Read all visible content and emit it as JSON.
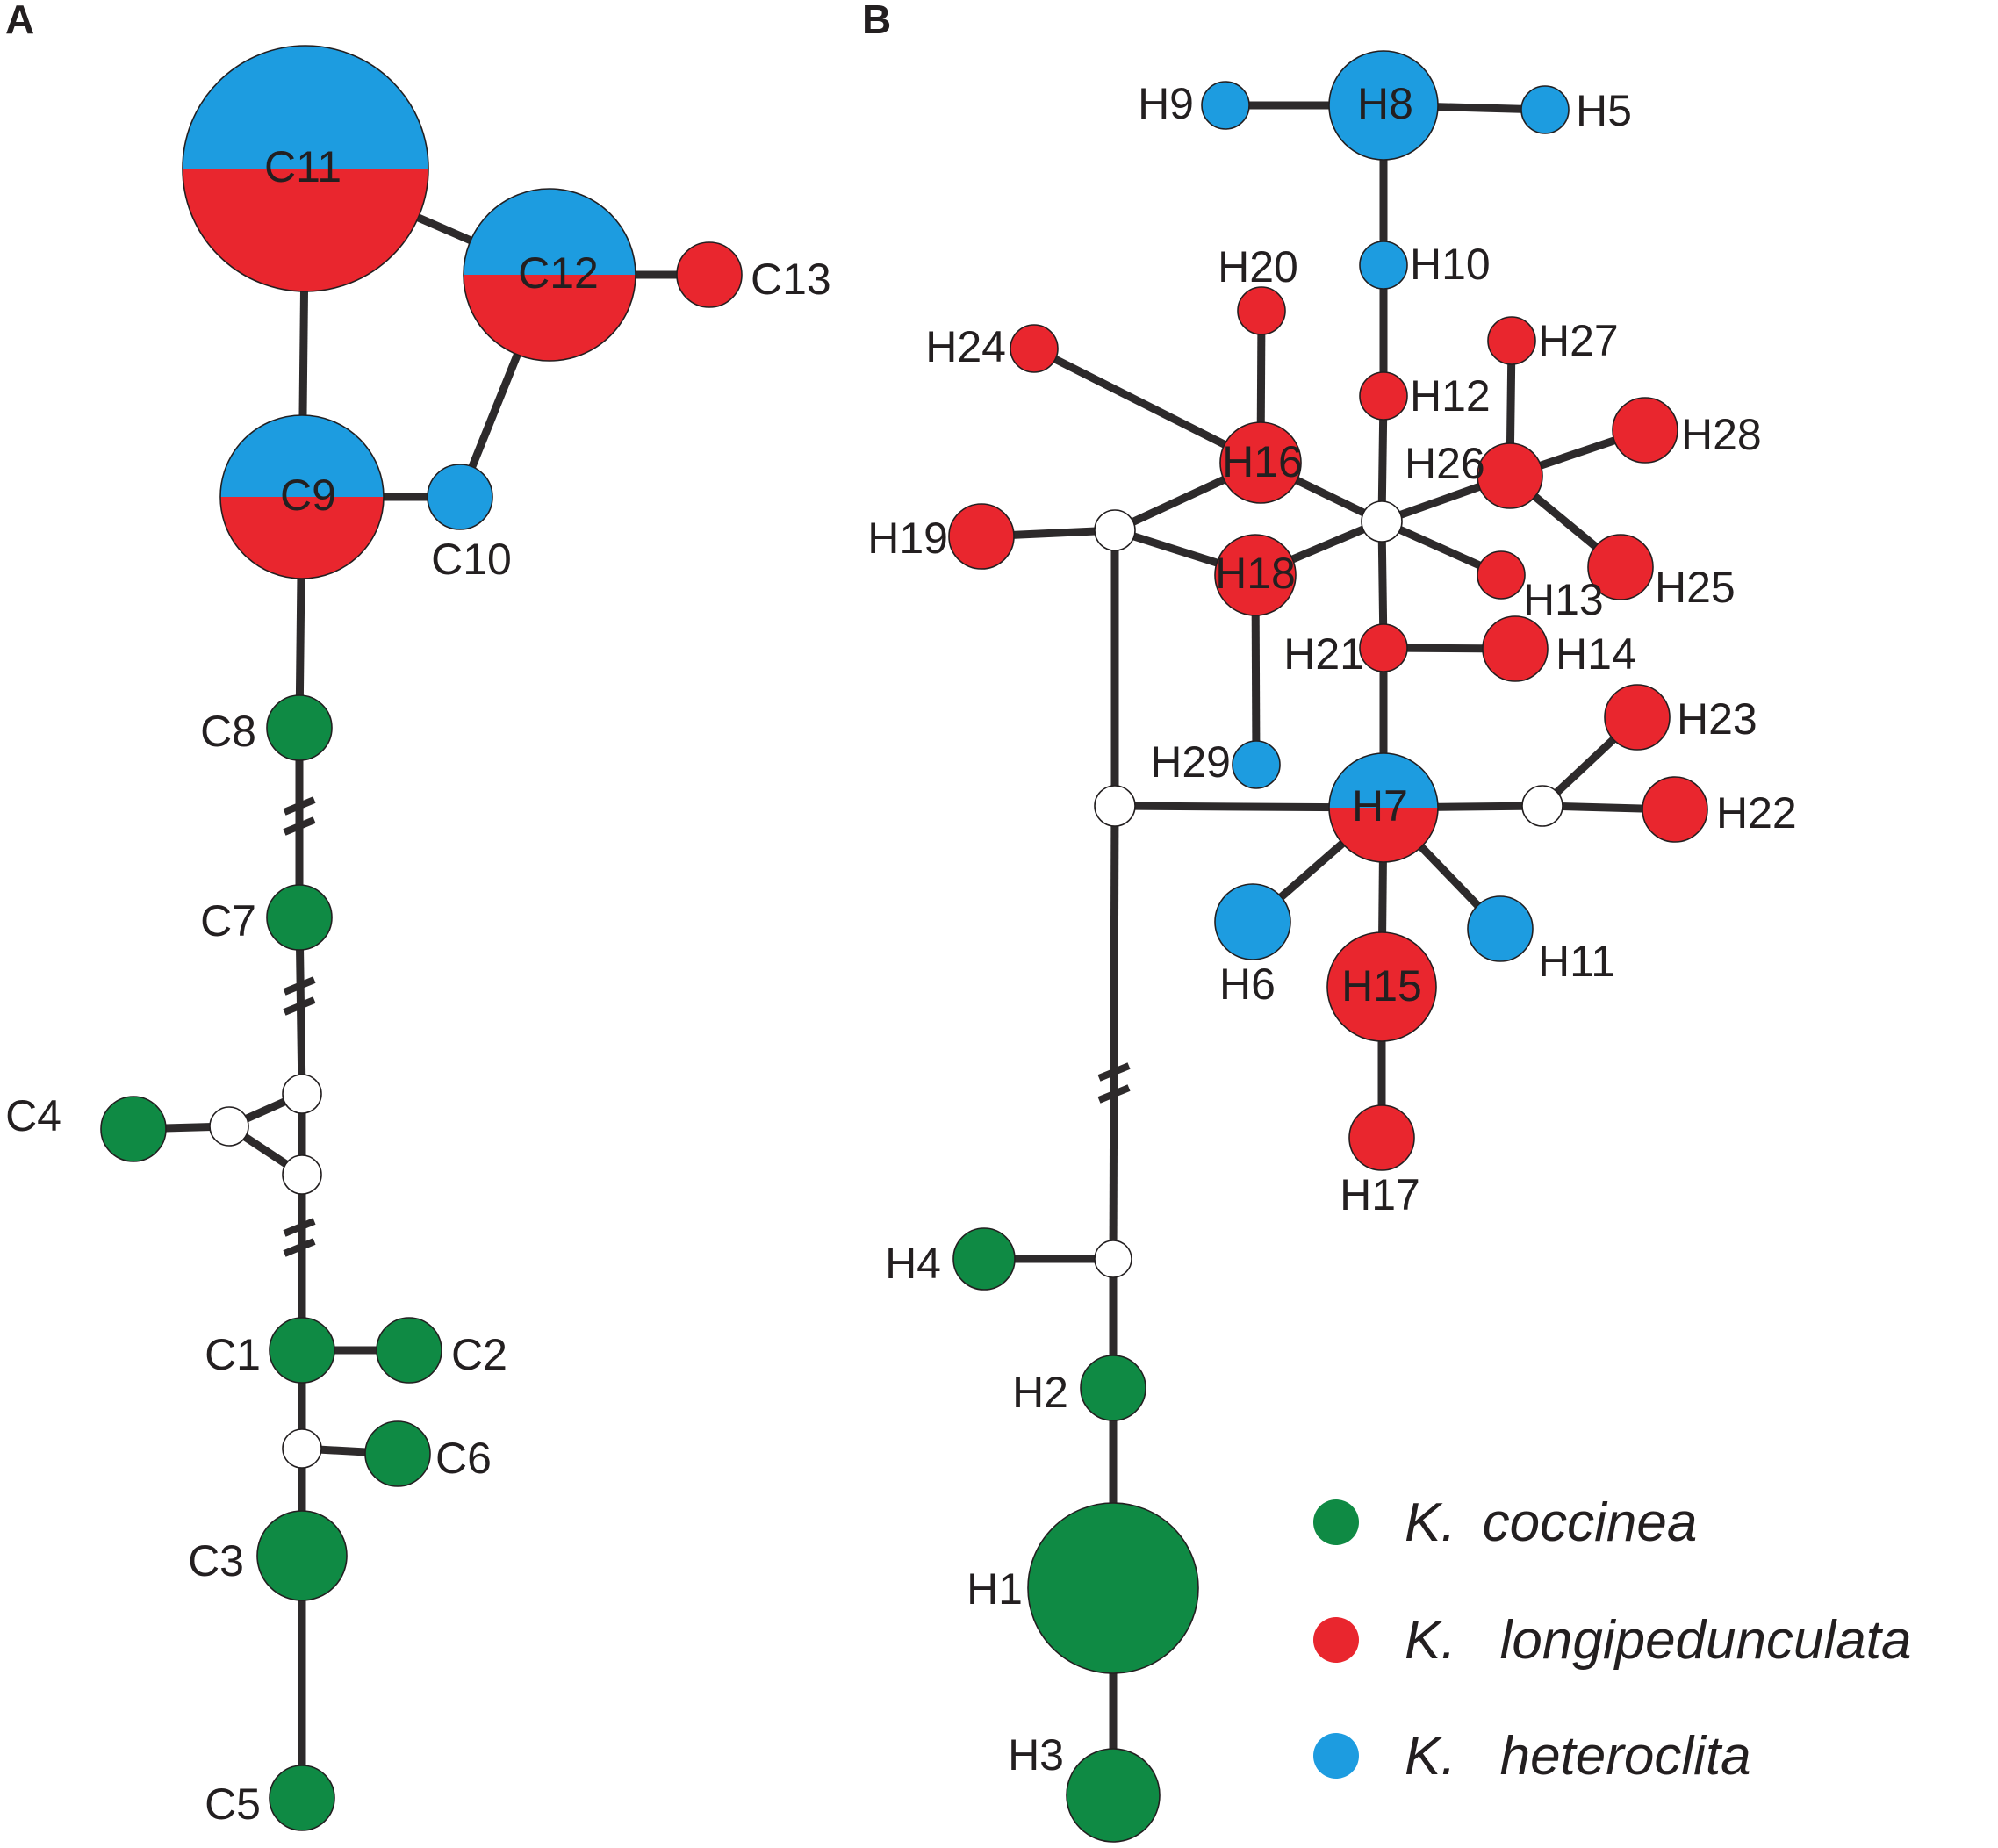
{
  "colors": {
    "coccinea": "#0f8a44",
    "longipedunculata": "#e9262e",
    "heteroclita": "#1d9ce0",
    "median": "#ffffff",
    "edge": "#2d2a2b"
  },
  "panels": [
    {
      "letter": "A",
      "nodes": [
        {
          "id": "C11",
          "label": "C11",
          "species": [
            "heteroclita",
            "longipedunculata"
          ]
        },
        {
          "id": "C12",
          "label": "C12",
          "species": [
            "heteroclita",
            "longipedunculata"
          ]
        },
        {
          "id": "C13",
          "label": "C13",
          "species": [
            "longipedunculata"
          ]
        },
        {
          "id": "C9",
          "label": "C9",
          "species": [
            "heteroclita",
            "longipedunculata"
          ]
        },
        {
          "id": "C10",
          "label": "C10",
          "species": [
            "heteroclita"
          ]
        },
        {
          "id": "C8",
          "label": "C8",
          "species": [
            "coccinea"
          ]
        },
        {
          "id": "C7",
          "label": "C7",
          "species": [
            "coccinea"
          ]
        },
        {
          "id": "C4",
          "label": "C4",
          "species": [
            "coccinea"
          ]
        },
        {
          "id": "C1",
          "label": "C1",
          "species": [
            "coccinea"
          ]
        },
        {
          "id": "C2",
          "label": "C2",
          "species": [
            "coccinea"
          ]
        },
        {
          "id": "C6",
          "label": "C6",
          "species": [
            "coccinea"
          ]
        },
        {
          "id": "C3",
          "label": "C3",
          "species": [
            "coccinea"
          ]
        },
        {
          "id": "C5",
          "label": "C5",
          "species": [
            "coccinea"
          ]
        }
      ]
    },
    {
      "letter": "B",
      "nodes": [
        {
          "id": "H8",
          "label": "H8",
          "species": [
            "heteroclita"
          ]
        },
        {
          "id": "H9",
          "label": "H9",
          "species": [
            "heteroclita"
          ]
        },
        {
          "id": "H5",
          "label": "H5",
          "species": [
            "heteroclita"
          ]
        },
        {
          "id": "H10",
          "label": "H10",
          "species": [
            "heteroclita"
          ]
        },
        {
          "id": "H20",
          "label": "H20",
          "species": [
            "longipedunculata"
          ]
        },
        {
          "id": "H24",
          "label": "H24",
          "species": [
            "longipedunculata"
          ]
        },
        {
          "id": "H27",
          "label": "H27",
          "species": [
            "longipedunculata"
          ]
        },
        {
          "id": "H12",
          "label": "H12",
          "species": [
            "longipedunculata"
          ]
        },
        {
          "id": "H28",
          "label": "H28",
          "species": [
            "longipedunculata"
          ]
        },
        {
          "id": "H16",
          "label": "H16",
          "species": [
            "longipedunculata"
          ]
        },
        {
          "id": "H26",
          "label": "H26",
          "species": [
            "longipedunculata"
          ]
        },
        {
          "id": "H19",
          "label": "H19",
          "species": [
            "longipedunculata"
          ]
        },
        {
          "id": "H18",
          "label": "H18",
          "species": [
            "longipedunculata"
          ]
        },
        {
          "id": "H13",
          "label": "H13",
          "species": [
            "longipedunculata"
          ]
        },
        {
          "id": "H25",
          "label": "H25",
          "species": [
            "longipedunculata"
          ]
        },
        {
          "id": "H21",
          "label": "H21",
          "species": [
            "longipedunculata"
          ]
        },
        {
          "id": "H14",
          "label": "H14",
          "species": [
            "longipedunculata"
          ]
        },
        {
          "id": "H23",
          "label": "H23",
          "species": [
            "longipedunculata"
          ]
        },
        {
          "id": "H29",
          "label": "H29",
          "species": [
            "heteroclita"
          ]
        },
        {
          "id": "H7",
          "label": "H7",
          "species": [
            "heteroclita",
            "longipedunculata"
          ]
        },
        {
          "id": "H22",
          "label": "H22",
          "species": [
            "longipedunculata"
          ]
        },
        {
          "id": "H6",
          "label": "H6",
          "species": [
            "heteroclita"
          ]
        },
        {
          "id": "H11",
          "label": "H11",
          "species": [
            "heteroclita"
          ]
        },
        {
          "id": "H15",
          "label": "H15",
          "species": [
            "longipedunculata"
          ]
        },
        {
          "id": "H17",
          "label": "H17",
          "species": [
            "longipedunculata"
          ]
        },
        {
          "id": "H4",
          "label": "H4",
          "species": [
            "coccinea"
          ]
        },
        {
          "id": "H2",
          "label": "H2",
          "species": [
            "coccinea"
          ]
        },
        {
          "id": "H1",
          "label": "H1",
          "species": [
            "coccinea"
          ]
        },
        {
          "id": "H3",
          "label": "H3",
          "species": [
            "coccinea"
          ]
        }
      ]
    }
  ],
  "legend": [
    {
      "genus": "K.",
      "species": "coccinea",
      "color": "#0f8a44"
    },
    {
      "genus": "K.",
      "species": "longipedunculata",
      "color": "#e9262e"
    },
    {
      "genus": "K.",
      "species": "heteroclita",
      "color": "#1d9ce0"
    }
  ]
}
